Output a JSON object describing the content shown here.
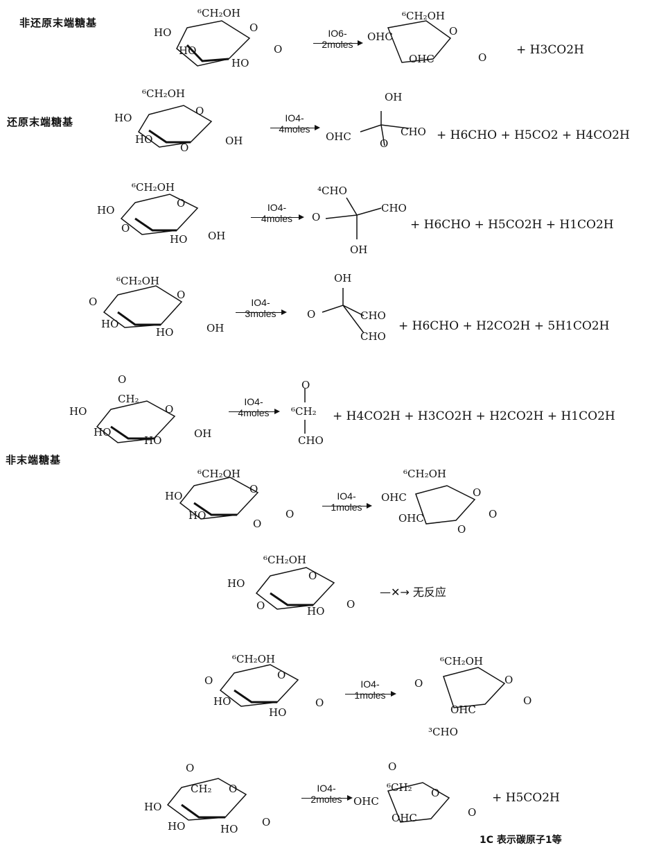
{
  "sections": {
    "nonreducing_terminal": "非还原末端糖基",
    "reducing_terminal": "还原末端糖基",
    "nonterminal": "非末端糖基"
  },
  "reactions": [
    {
      "reagent": "IO6-",
      "moles": "2moles",
      "products": "+ H3CO2H"
    },
    {
      "reagent": "IO4-",
      "moles": "4moles",
      "products": "+ H6CHO + H5CO2 + H4CO2H"
    },
    {
      "reagent": "IO4-",
      "moles": "4moles",
      "products": "+ H6CHO + H5CO2H + H1CO2H"
    },
    {
      "reagent": "IO4-",
      "moles": "3moles",
      "products": "+ H6CHO + H2CO2H + 5H1CO2H"
    },
    {
      "reagent": "IO4-",
      "moles": "4moles",
      "products": "+ H4CO2H + H3CO2H + H2CO2H + H1CO2H"
    },
    {
      "reagent": "IO4-",
      "moles": "1moles",
      "products": ""
    },
    {
      "reagent": "",
      "moles": "",
      "products": "无反应"
    },
    {
      "reagent": "IO4-",
      "moles": "1moles",
      "products": ""
    },
    {
      "reagent": "IO4-",
      "moles": "2moles",
      "products": "+ H5CO2H"
    }
  ],
  "footnote": "1C 表示碳原子1等"
}
